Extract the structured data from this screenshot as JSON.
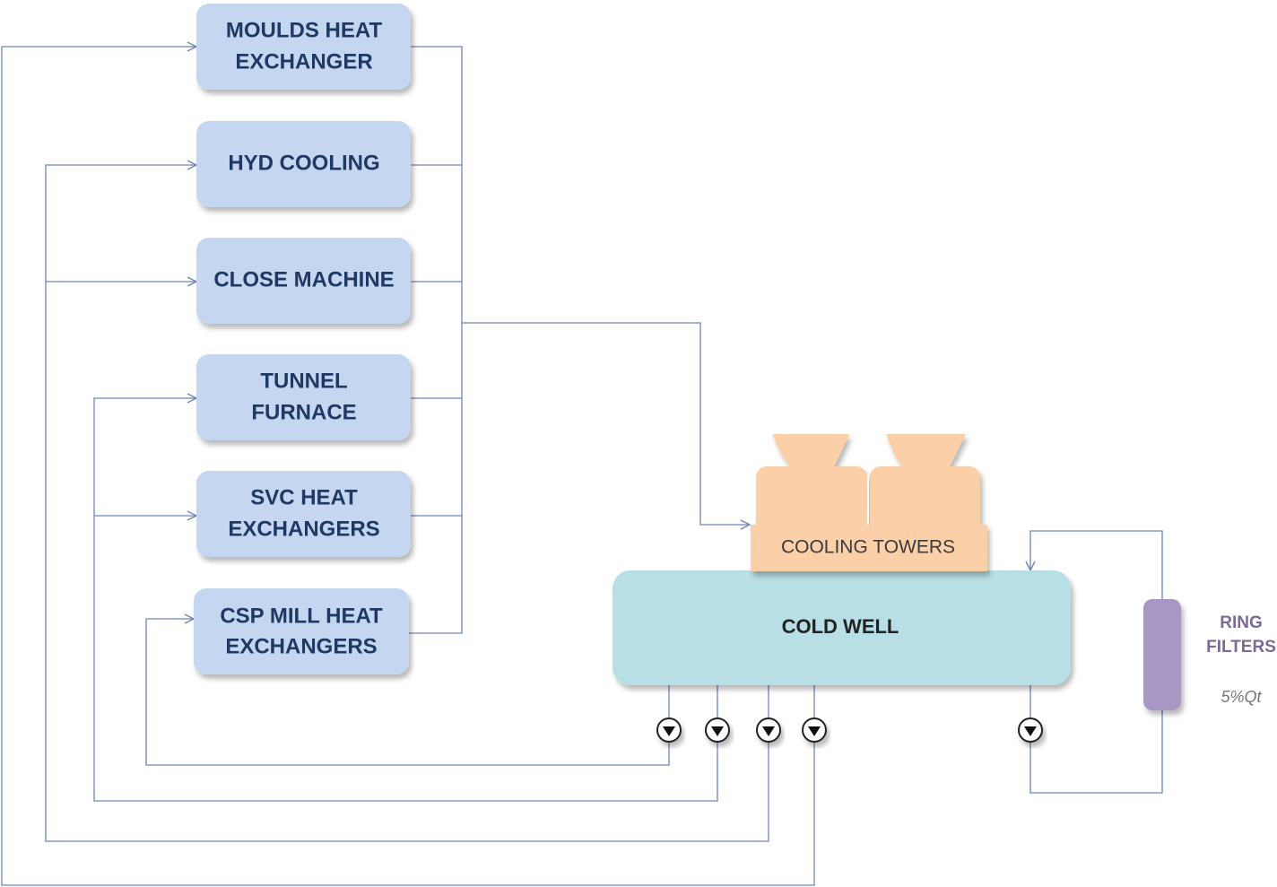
{
  "equipment": [
    {
      "id": "moulds",
      "lines": [
        "MOULDS HEAT",
        "EXCHANGER"
      ]
    },
    {
      "id": "hyd",
      "lines": [
        "HYD COOLING"
      ]
    },
    {
      "id": "close",
      "lines": [
        "CLOSE MACHINE"
      ]
    },
    {
      "id": "tunnel",
      "lines": [
        "TUNNEL",
        "FURNACE"
      ]
    },
    {
      "id": "svc",
      "lines": [
        "SVC HEAT",
        "EXCHANGERS"
      ]
    },
    {
      "id": "csp",
      "lines": [
        "CSP MILL HEAT",
        "EXCHANGERS"
      ]
    }
  ],
  "cooling_towers": {
    "label": "COOLING TOWERS"
  },
  "cold_well": {
    "label": "COLD WELL"
  },
  "ring_filters": {
    "lines": [
      "RING",
      "FILTERS"
    ],
    "flow_fraction": "5%Qt"
  },
  "colors": {
    "equipment_fill": "#c5d7f0",
    "equipment_text": "#1f3864",
    "tower_fill": "#fbcfa8",
    "well_fill": "#b9dfe6",
    "filter_fill": "#a896c4",
    "pipe": "#6f86b6"
  }
}
